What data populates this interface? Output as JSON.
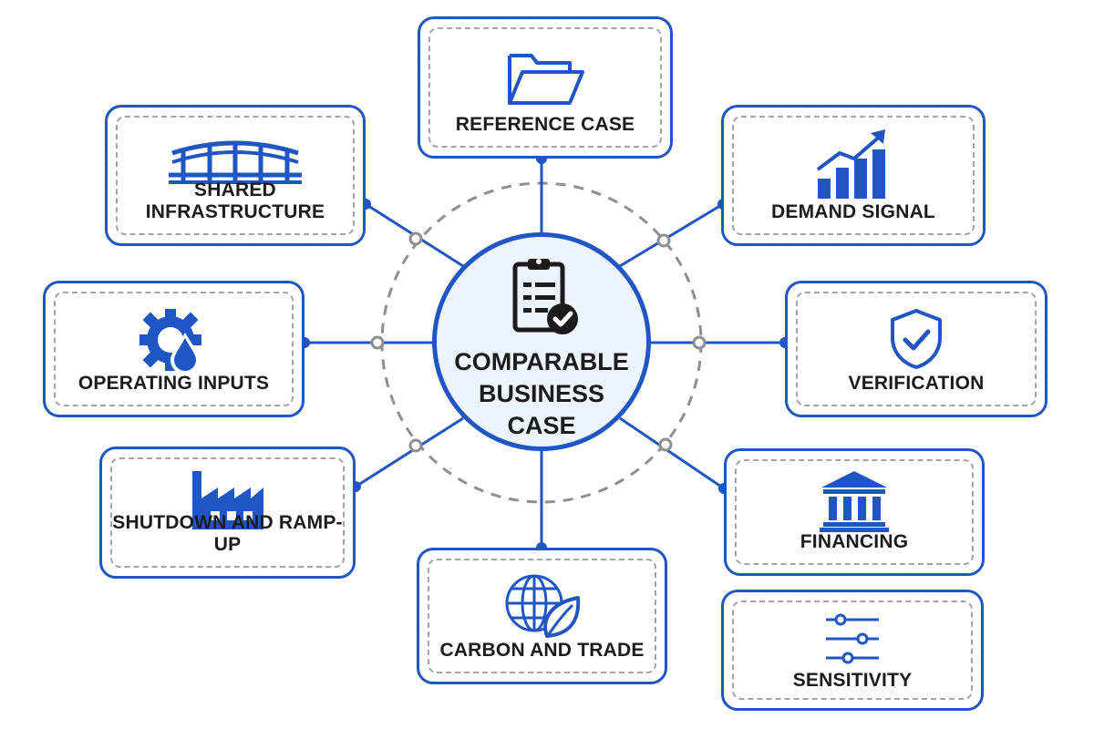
{
  "center": {
    "label_lines": [
      "COMPARABLE",
      "BUSINESS",
      "CASE"
    ],
    "icon": "clipboard-check-icon"
  },
  "nodes": {
    "reference_case": {
      "label": "REFERENCE CASE",
      "icon": "folder-icon"
    },
    "shared_infrastructure": {
      "label": "SHARED INFRASTRUCTURE",
      "icon": "bridge-icon"
    },
    "demand_signal": {
      "label": "DEMAND SIGNAL",
      "icon": "bar-chart-trend-icon"
    },
    "operating_inputs": {
      "label": "OPERATING INPUTS",
      "icon": "gear-droplet-icon"
    },
    "verification": {
      "label": "VERIFICATION",
      "icon": "shield-check-icon"
    },
    "shutdown_rampup": {
      "label": "SHUTDOWN AND RAMP-UP",
      "icon": "factory-icon"
    },
    "financing": {
      "label": "FINANCING",
      "icon": "bank-icon"
    },
    "carbon_trade": {
      "label": "CARBON AND TRADE",
      "icon": "globe-leaf-icon"
    },
    "sensitivity": {
      "label": "SENSITIVITY",
      "icon": "sliders-icon"
    }
  },
  "colors": {
    "primary_blue": "#1f56c3",
    "hub_fill": "#eef4fd",
    "dashed_gray": "#a4a4a4",
    "text": "#1c1c1c"
  }
}
